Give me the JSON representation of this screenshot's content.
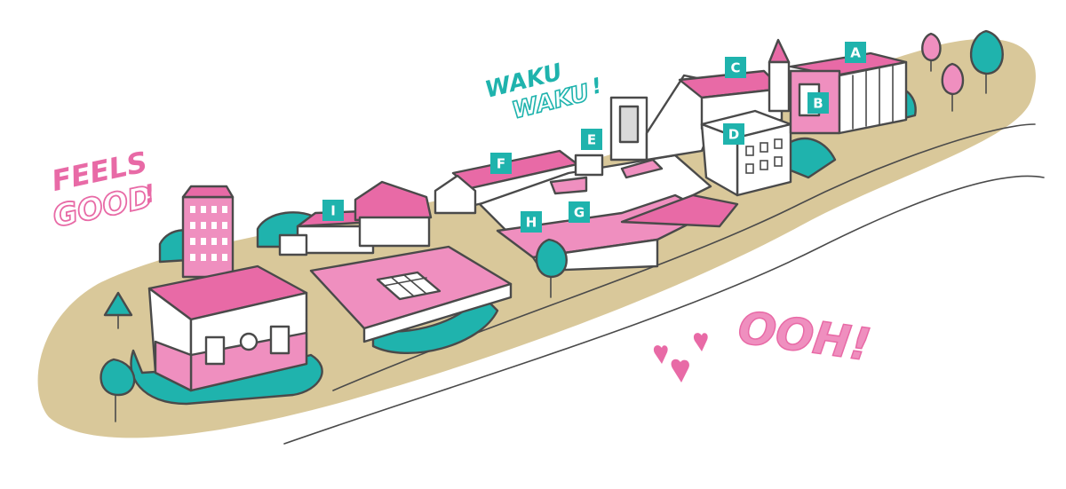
{
  "colors": {
    "ground": "#d9c89a",
    "pink": "#ef8fbf",
    "pink_dark": "#e86aa6",
    "teal": "#1fb3ad",
    "outline": "#4a4a4a",
    "white": "#ffffff"
  },
  "markers": [
    {
      "id": "a",
      "label": "A"
    },
    {
      "id": "b",
      "label": "B"
    },
    {
      "id": "c",
      "label": "C"
    },
    {
      "id": "d",
      "label": "D"
    },
    {
      "id": "e",
      "label": "E"
    },
    {
      "id": "f",
      "label": "F"
    },
    {
      "id": "g",
      "label": "G"
    },
    {
      "id": "h",
      "label": "H"
    },
    {
      "id": "i",
      "label": "I"
    }
  ],
  "exclamations": {
    "feels": "FEELS",
    "good": "GOOD",
    "good_bang": "!",
    "waku_1": "WAKU",
    "waku_2": "WAKU",
    "waku_bang": "!",
    "ooh": "OOH!"
  },
  "decorations": [
    "heart-icon",
    "tree-icon"
  ]
}
